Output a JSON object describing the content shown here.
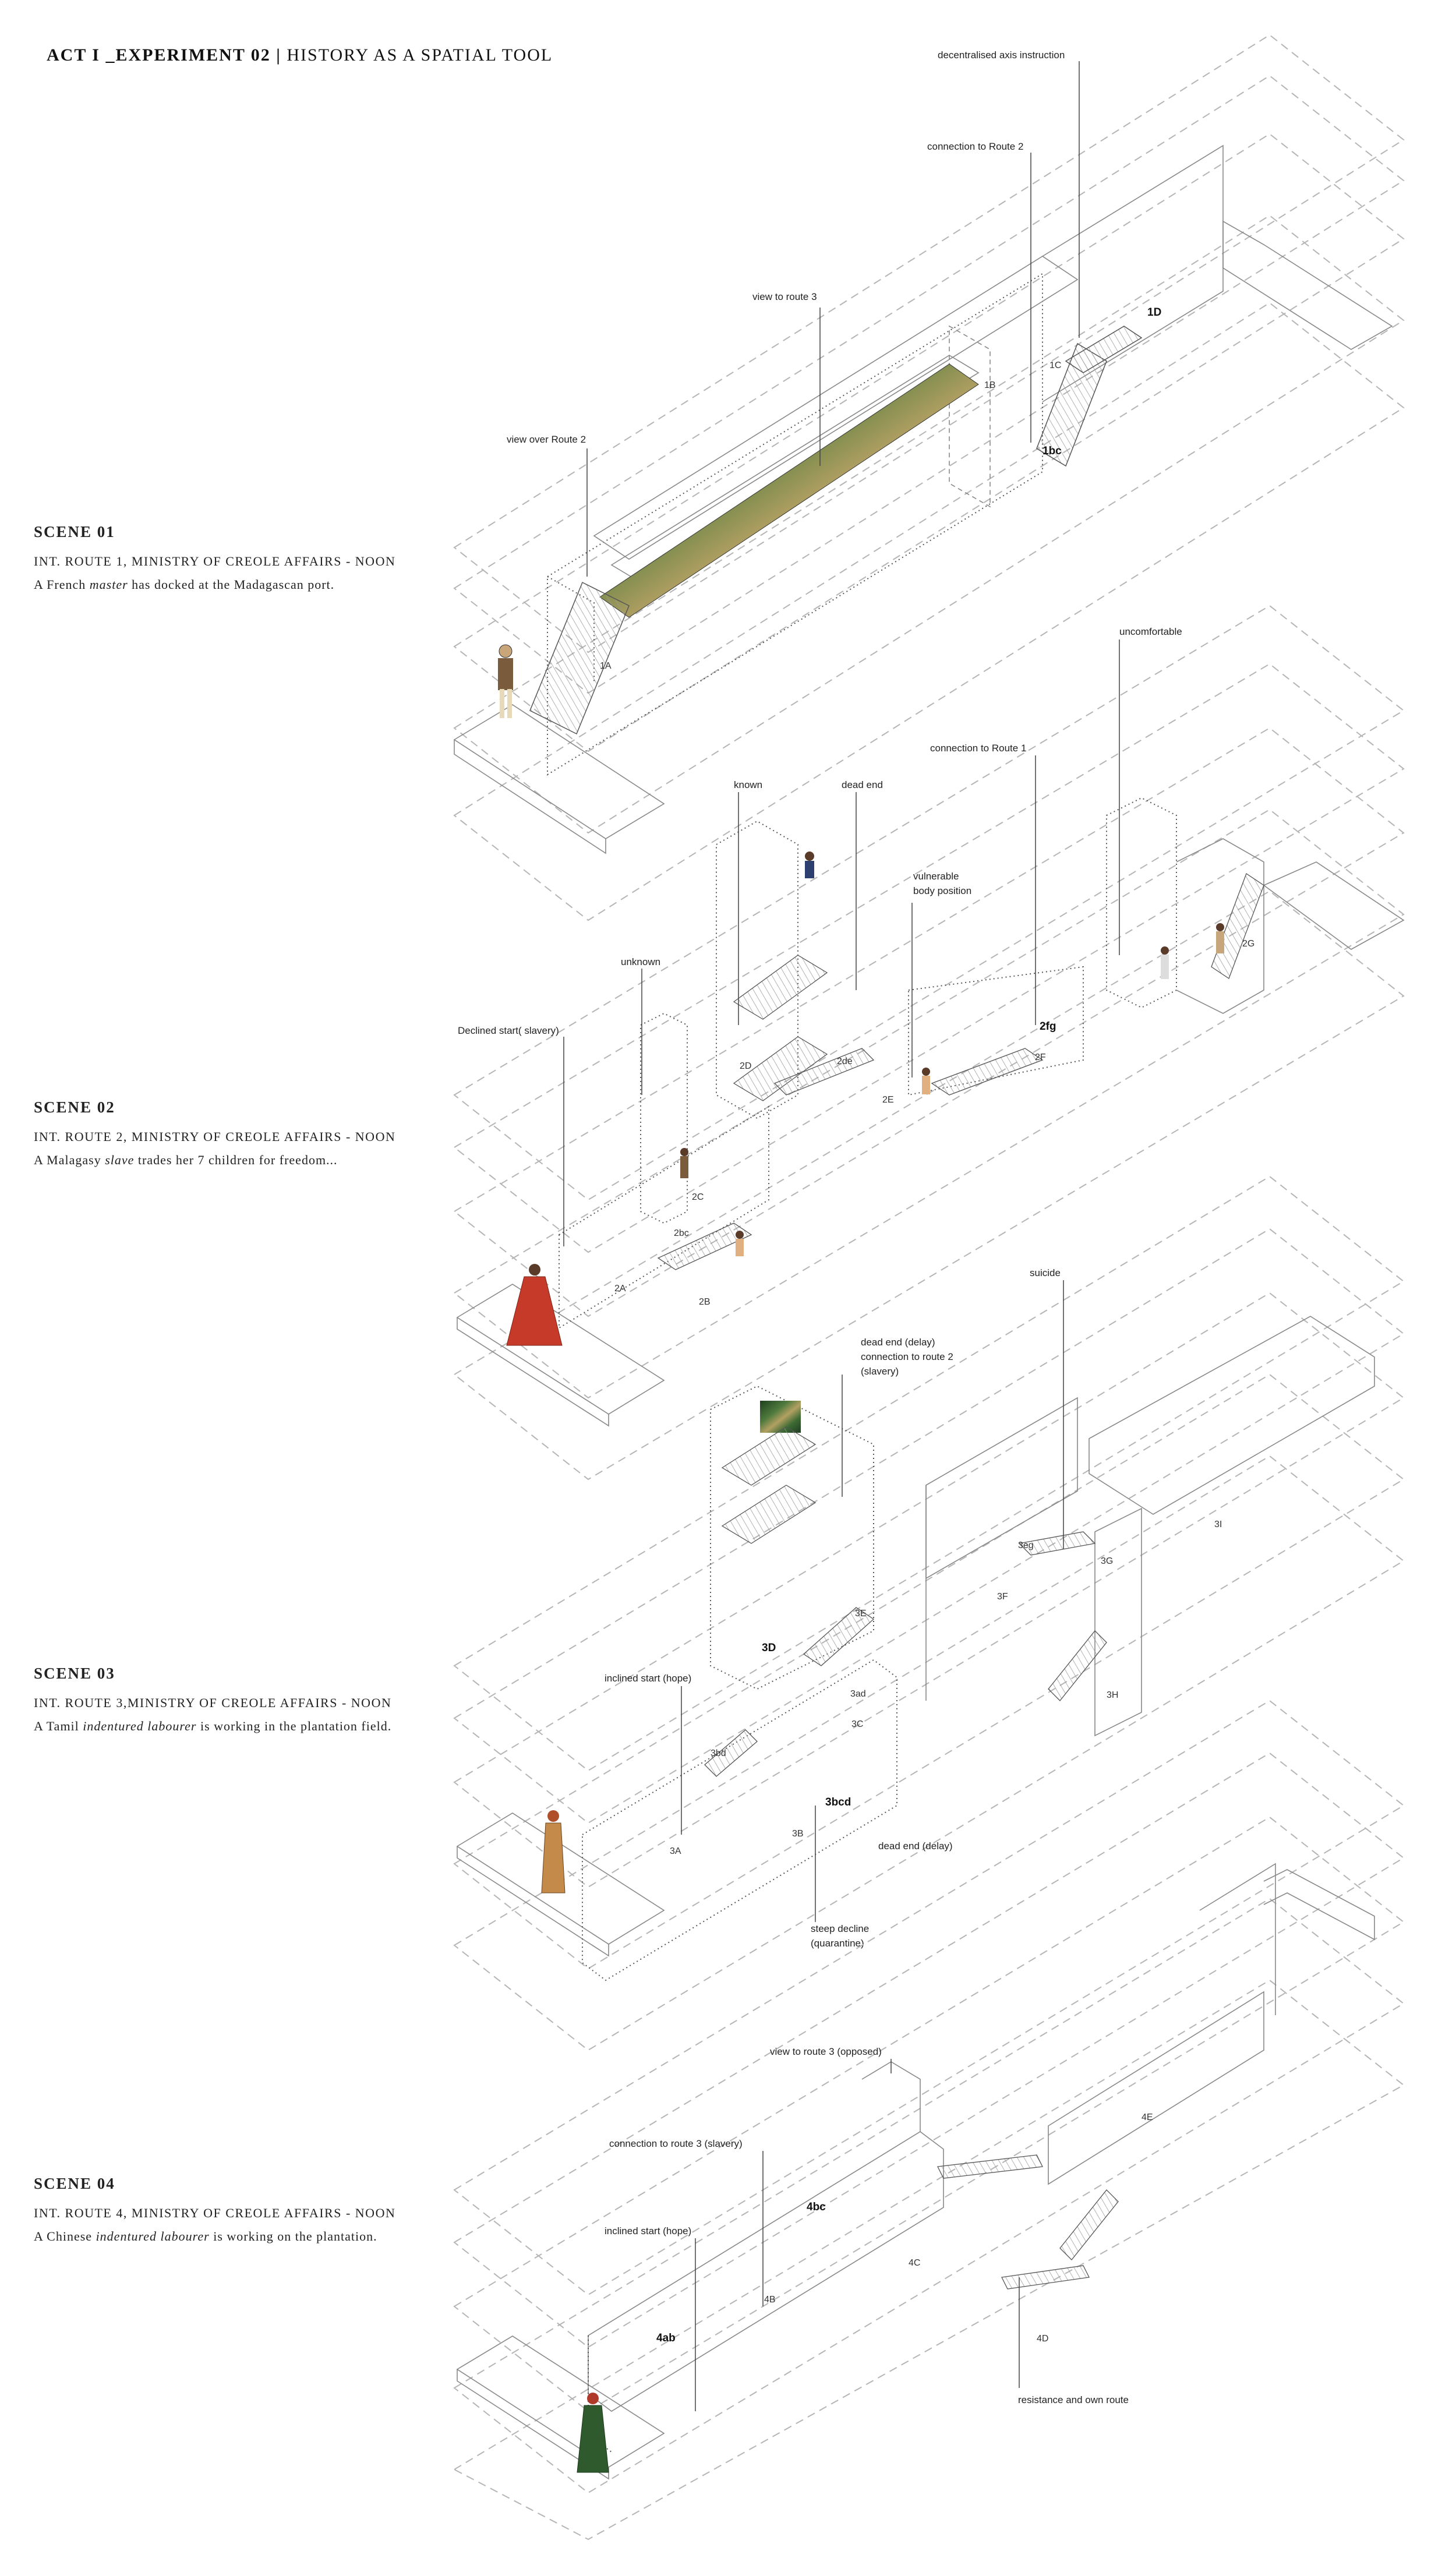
{
  "title": {
    "prefix": "ACT I _EXPERIMENT 02",
    "separator": "|",
    "suffix": "HISTORY AS A SPATIAL TOOL"
  },
  "scenes": [
    {
      "heading": "SCENE 01",
      "subheading": "INT. ROUTE 1, MINISTRY OF CREOLE AFFAIRS - NOON",
      "desc_before": "A French ",
      "desc_em": "master",
      "desc_after": " has docked at the Madagascan port.",
      "labels": [
        "decentralised axis instruction",
        "connection to Route 2",
        "view to route 3",
        "view over Route 2"
      ],
      "codes": [
        "1A",
        "1B",
        "1C",
        "1D",
        "1bc"
      ]
    },
    {
      "heading": "SCENE 02",
      "subheading": "INT. ROUTE 2, MINISTRY OF CREOLE AFFAIRS - NOON",
      "desc_before": "A Malagasy ",
      "desc_em": "slave",
      "desc_after": " trades her 7 children for freedom...",
      "labels": [
        "uncomfortable",
        "connection to Route 1",
        "known",
        "dead end",
        "vulnerable",
        "body position",
        "unknown",
        "Declined start( slavery)"
      ],
      "codes": [
        "2A",
        "2B",
        "2bc",
        "2C",
        "2D",
        "2de",
        "2E",
        "2F",
        "2fg",
        "2G"
      ]
    },
    {
      "heading": "SCENE 03",
      "subheading": "INT. ROUTE 3,MINISTRY OF CREOLE AFFAIRS - NOON",
      "desc_before": "A Tamil ",
      "desc_em": "indentured labourer",
      "desc_after": " is working in the plantation field.",
      "labels": [
        "suicide",
        "dead end (delay)",
        "connection to route 2",
        "(slavery)",
        "inclined start (hope)",
        "dead end (delay)",
        "steep decline",
        "(quarantine)"
      ],
      "codes": [
        "3A",
        "3B",
        "3bd",
        "3C",
        "3D",
        "3E",
        "3F",
        "3eg",
        "3G",
        "3H",
        "3I",
        "3ad",
        "3bcd"
      ]
    },
    {
      "heading": "SCENE 04",
      "subheading": "INT. ROUTE 4, MINISTRY OF CREOLE AFFAIRS - NOON",
      "desc_before": "A Chinese ",
      "desc_em": "indentured labourer",
      "desc_after": " is working on the plantation.",
      "labels": [
        "view to route 3 (opposed)",
        "connection to route 3 (slavery)",
        "inclined start (hope)",
        "resistance and own route"
      ],
      "codes": [
        "4ab",
        "4B",
        "4bc",
        "4C",
        "4D",
        "4E"
      ]
    }
  ],
  "colors": {
    "ink": "#222222",
    "dash": "#b5b5b5",
    "dotted": "#555555",
    "foliage": "#2f5a2c"
  }
}
